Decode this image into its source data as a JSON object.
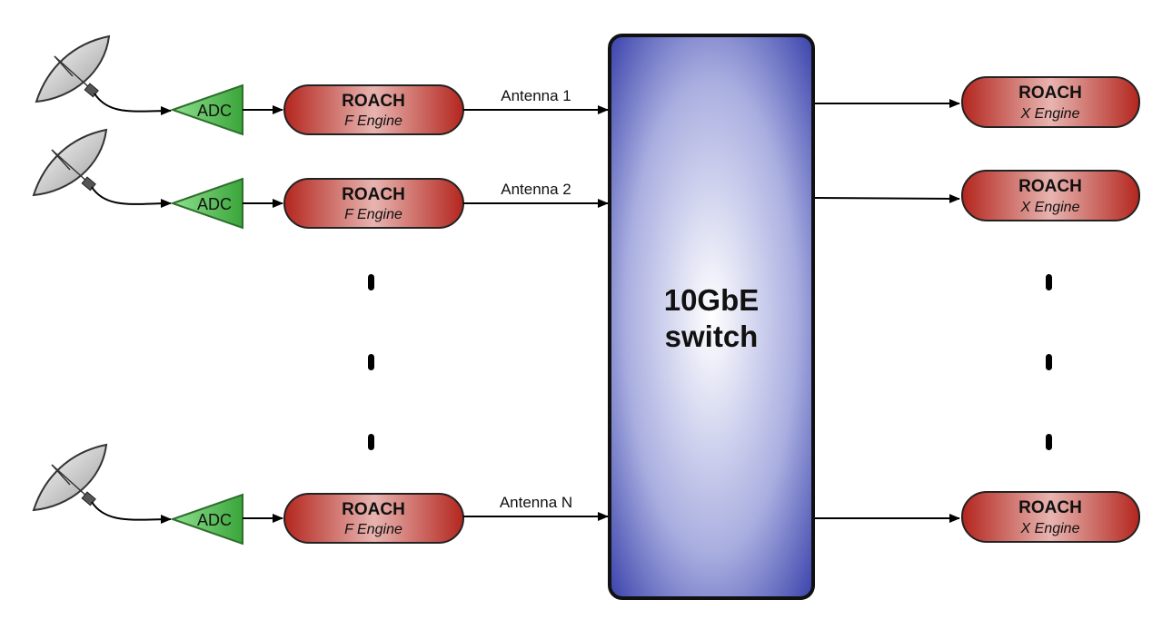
{
  "switch": {
    "line1": "10GbE",
    "line2": "switch"
  },
  "f_engines": [
    {
      "title": "ROACH",
      "subtitle": "F Engine",
      "adc": "ADC",
      "link": "Antenna 1"
    },
    {
      "title": "ROACH",
      "subtitle": "F Engine",
      "adc": "ADC",
      "link": "Antenna 2"
    },
    {
      "title": "ROACH",
      "subtitle": "F Engine",
      "adc": "ADC",
      "link": "Antenna N"
    }
  ],
  "x_engines": [
    {
      "title": "ROACH",
      "subtitle": "X Engine"
    },
    {
      "title": "ROACH",
      "subtitle": "X Engine"
    },
    {
      "title": "ROACH",
      "subtitle": "X Engine"
    }
  ],
  "icons": {
    "dish": "satellite-dish-icon",
    "adc": "triangle-amplifier-icon"
  },
  "colors": {
    "roach_fill": "#c0392b",
    "adc_fill": "#5cc05c",
    "switch_edge": "#4a52b0",
    "switch_center": "#ffffff"
  }
}
